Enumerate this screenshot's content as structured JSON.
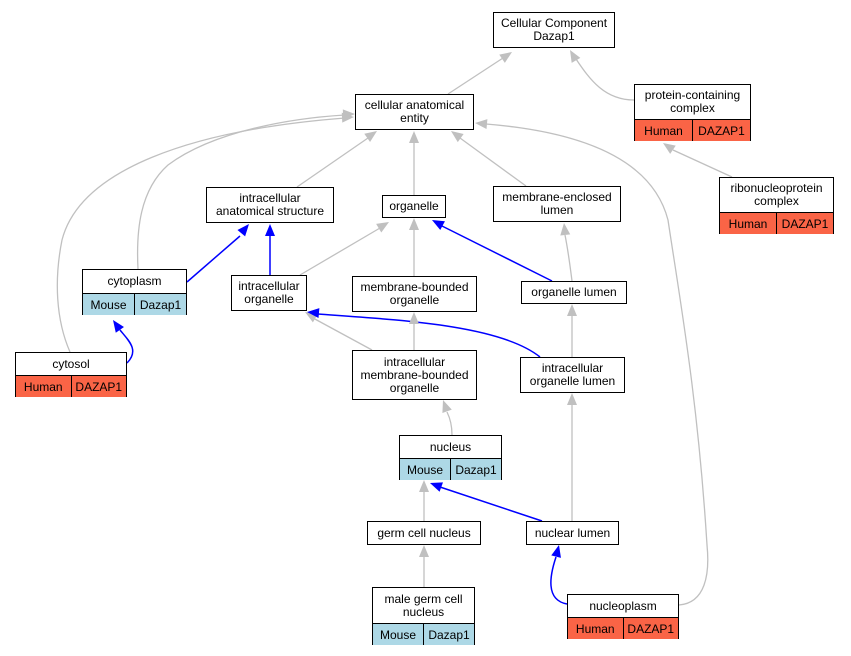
{
  "colors": {
    "mouse": "#add8e6",
    "human": "#fa6446",
    "edge_gray": "#c0c0c0",
    "edge_blue": "#0000ff"
  },
  "nodes": {
    "cc": {
      "label": "Cellular Component\nDazap1"
    },
    "cae": {
      "label": "cellular anatomical\nentity"
    },
    "pcc": {
      "label": "protein-containing\ncomplex",
      "tags": [
        "Human",
        "DAZAP1"
      ]
    },
    "rnp": {
      "label": "ribonucleoprotein\ncomplex",
      "tags": [
        "Human",
        "DAZAP1"
      ]
    },
    "ias": {
      "label": "intracellular\nanatomical structure"
    },
    "org": {
      "label": "organelle"
    },
    "mel": {
      "label": "membrane-enclosed\nlumen"
    },
    "cyto": {
      "label": "cytoplasm",
      "tags": [
        "Mouse",
        "Dazap1"
      ]
    },
    "io": {
      "label": "intracellular\norganelle"
    },
    "mbo": {
      "label": "membrane-bounded\norganelle"
    },
    "ol": {
      "label": "organelle lumen"
    },
    "cytosol": {
      "label": "cytosol",
      "tags": [
        "Human",
        "DAZAP1"
      ]
    },
    "imbo": {
      "label": "intracellular\nmembrane-bounded\norganelle"
    },
    "iol": {
      "label": "intracellular\norganelle lumen"
    },
    "nuc": {
      "label": "nucleus",
      "tags": [
        "Mouse",
        "Dazap1"
      ]
    },
    "gcn": {
      "label": "germ cell nucleus"
    },
    "nl": {
      "label": "nuclear lumen"
    },
    "mgcn": {
      "label": "male germ cell\nnucleus",
      "tags": [
        "Mouse",
        "Dazap1"
      ]
    },
    "np": {
      "label": "nucleoplasm",
      "tags": [
        "Human",
        "DAZAP1"
      ]
    }
  },
  "edges": [
    {
      "from": "cae",
      "to": "cc",
      "color": "gray"
    },
    {
      "from": "pcc",
      "to": "cc",
      "color": "gray"
    },
    {
      "from": "rnp",
      "to": "pcc",
      "color": "gray"
    },
    {
      "from": "ias",
      "to": "cae",
      "color": "gray"
    },
    {
      "from": "org",
      "to": "cae",
      "color": "gray"
    },
    {
      "from": "mel",
      "to": "cae",
      "color": "gray"
    },
    {
      "from": "cyto",
      "to": "cae",
      "color": "gray"
    },
    {
      "from": "cytosol",
      "to": "cae",
      "color": "gray"
    },
    {
      "from": "np",
      "to": "cae",
      "color": "gray"
    },
    {
      "from": "cyto",
      "to": "ias",
      "color": "blue"
    },
    {
      "from": "io",
      "to": "ias",
      "color": "blue"
    },
    {
      "from": "io",
      "to": "org",
      "color": "gray"
    },
    {
      "from": "mbo",
      "to": "org",
      "color": "gray"
    },
    {
      "from": "ol",
      "to": "org",
      "color": "blue"
    },
    {
      "from": "ol",
      "to": "mel",
      "color": "gray"
    },
    {
      "from": "cytosol",
      "to": "cyto",
      "color": "blue"
    },
    {
      "from": "imbo",
      "to": "io",
      "color": "gray"
    },
    {
      "from": "iol",
      "to": "io",
      "color": "blue"
    },
    {
      "from": "imbo",
      "to": "mbo",
      "color": "gray"
    },
    {
      "from": "iol",
      "to": "ol",
      "color": "gray"
    },
    {
      "from": "nuc",
      "to": "imbo",
      "color": "gray"
    },
    {
      "from": "nl",
      "to": "iol",
      "color": "gray"
    },
    {
      "from": "gcn",
      "to": "nuc",
      "color": "gray"
    },
    {
      "from": "nl",
      "to": "nuc",
      "color": "blue"
    },
    {
      "from": "mgcn",
      "to": "gcn",
      "color": "gray"
    },
    {
      "from": "np",
      "to": "nl",
      "color": "blue"
    }
  ]
}
